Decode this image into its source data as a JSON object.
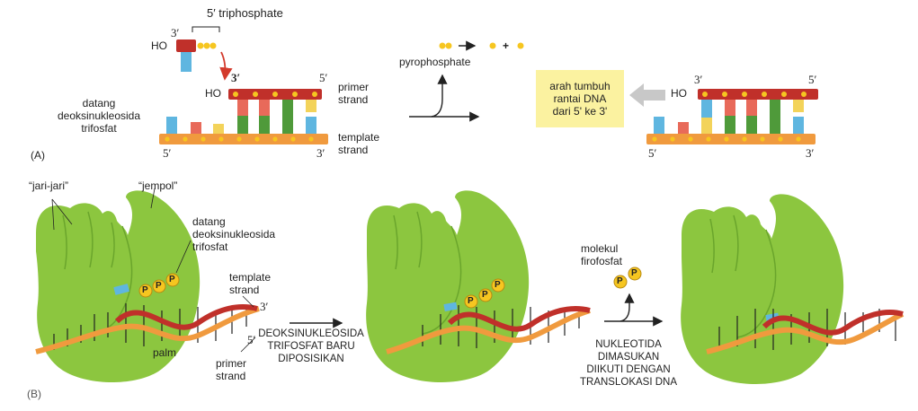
{
  "colors": {
    "backbone_red": "#c0302a",
    "template_orange": "#f09a3e",
    "enzyme_green": "#8cc63f",
    "enzyme_dark": "#6aa52c",
    "phosphate_yellow": "#f6c620",
    "note_bg": "#fbf2a0",
    "arrow_red": "#d33a2c",
    "base_blue": "#5fb6e0",
    "base_red": "#e86a5a",
    "base_green": "#4f9a3a",
    "base_yellow": "#f3d35a"
  },
  "panel_a": {
    "label": "(A)",
    "five_triphosphate": "5′ triphosphate",
    "ho_incoming": "HO",
    "three_incoming": "3′",
    "three_primer": "3′",
    "five_primer": "5′",
    "ho_primer": "HO",
    "primer_strand": [
      "primer",
      "strand"
    ],
    "template_strand": [
      "template",
      "strand"
    ],
    "five_template": "5′",
    "three_template": "3′",
    "incoming_label": [
      "datang",
      "deoksinukleosida",
      "trifosfat"
    ],
    "pyrophosphate": "pyrophosphate",
    "plus": "+",
    "note": [
      "arah tumbuh",
      "rantai DNA",
      "dari 5' ke 3'"
    ],
    "result_three_top": "3′",
    "result_five_top": "5′",
    "result_ho": "HO",
    "result_five_bottom": "5′",
    "result_three_bottom": "3′"
  },
  "panel_b": {
    "label": "(B)",
    "fingers": "“jari-jari”",
    "thumb": "“jempol”",
    "incoming_label": [
      "datang",
      "deoksinukleosida",
      "trifosfat"
    ],
    "template_strand": [
      "template",
      "strand"
    ],
    "three": "3′",
    "five": "5′",
    "palm": "palm",
    "primer_strand": [
      "primer",
      "strand"
    ],
    "phosphate_letter": "P",
    "step1": [
      "DEOKSINUKLEOSIDA",
      "TRIFOSFAT BARU",
      "DIPOSISIKAN"
    ],
    "pyro_label": [
      "molekul",
      "firofosfat"
    ],
    "step2": [
      "NUKLEOTIDA",
      "DIMASUKAN",
      "DIIKUTI DENGAN",
      "TRANSLOKASI DNA"
    ]
  }
}
